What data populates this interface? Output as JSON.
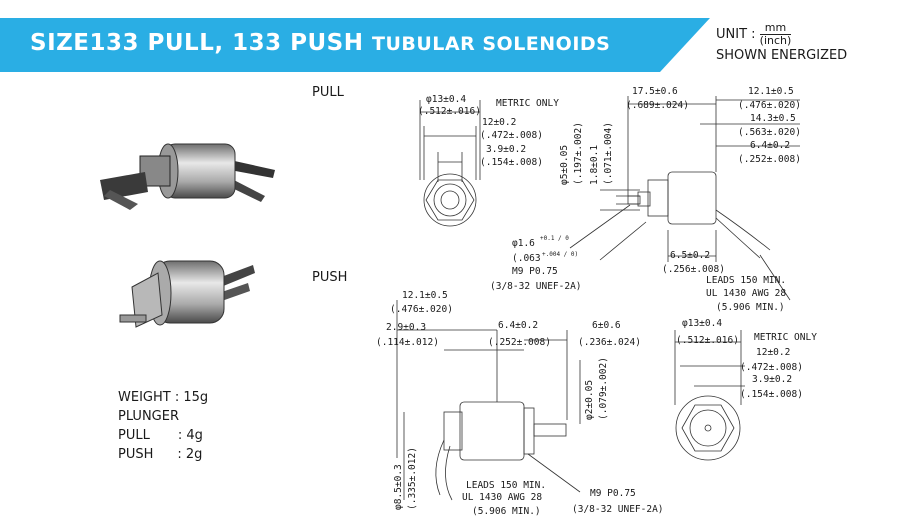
{
  "header": {
    "title_part1": "SIZE133 PULL, 133 PUSH ",
    "title_part2": "TUBULAR SOLENOIDS",
    "unit_label": "UNIT :",
    "unit_num": "mm",
    "unit_den": "(inch)",
    "shown": "SHOWN ENERGIZED",
    "banner_color": "#2aaee4"
  },
  "sections": {
    "pull": "PULL",
    "push": "PUSH"
  },
  "specs": {
    "weight": "WEIGHT : 15g",
    "plunger": "PLUNGER",
    "pull_label": "PULL",
    "pull_value": ": 4g",
    "push_label": "PUSH",
    "push_value": ": 2g"
  },
  "pull_front": {
    "d1": "φ13±0.4",
    "d1i": "(.512±.016)",
    "note": "METRIC ONLY",
    "d2": "12±0.2",
    "d2i": "(.472±.008)",
    "d3": "3.9±0.2",
    "d3i": "(.154±.008)"
  },
  "pull_side": {
    "a": "17.5±0.6",
    "ai": "(.689±.024)",
    "b": "12.1±0.5",
    "bi": "(.476±.020)",
    "c": "14.3±0.5",
    "ci": "(.563±.020)",
    "d": "6.4±0.2",
    "di": "(.252±.008)",
    "v1": "φ5±0.05",
    "v1i": "(.197±.002)",
    "v2": "1.8±0.1",
    "v2i": "(.071±.004)",
    "plunger": "φ1.6",
    "plunger_tol": "+0.1 / 0",
    "plungeri": "(.063",
    "plungeri_tol": "+.004 / 0)",
    "thread": "M9 P0.75",
    "threadi": "(3/8-32 UNEF-2A)",
    "e": "6.5±0.2",
    "ei": "(.256±.008)",
    "leads1": "LEADS 150 MIN.",
    "leads2": "UL 1430  AWG 28",
    "leads3": "(5.906 MIN.)"
  },
  "push_side": {
    "a": "12.1±0.5",
    "ai": "(.476±.020)",
    "b": "2.9±0.3",
    "bi": "(.114±.012)",
    "c": "6.4±0.2",
    "ci": "(.252±.008)",
    "d": "6±0.6",
    "di": "(.236±.024)",
    "v1": "φ2±0.05",
    "v1i": "(.079±.002)",
    "v2": "φ8.5±0.3",
    "v2i": "(.335±.012)",
    "leads1": "LEADS 150 MIN.",
    "leads2": "UL 1430  AWG 28",
    "leads3": "(5.906 MIN.)",
    "thread": "M9 P0.75",
    "threadi": "(3/8-32 UNEF-2A)"
  },
  "push_front": {
    "d1": "φ13±0.4",
    "d1i": "(.512±.016)",
    "note": "METRIC ONLY",
    "d2": "12±0.2",
    "d2i": "(.472±.008)",
    "d3": "3.9±0.2",
    "d3i": "(.154±.008)"
  }
}
